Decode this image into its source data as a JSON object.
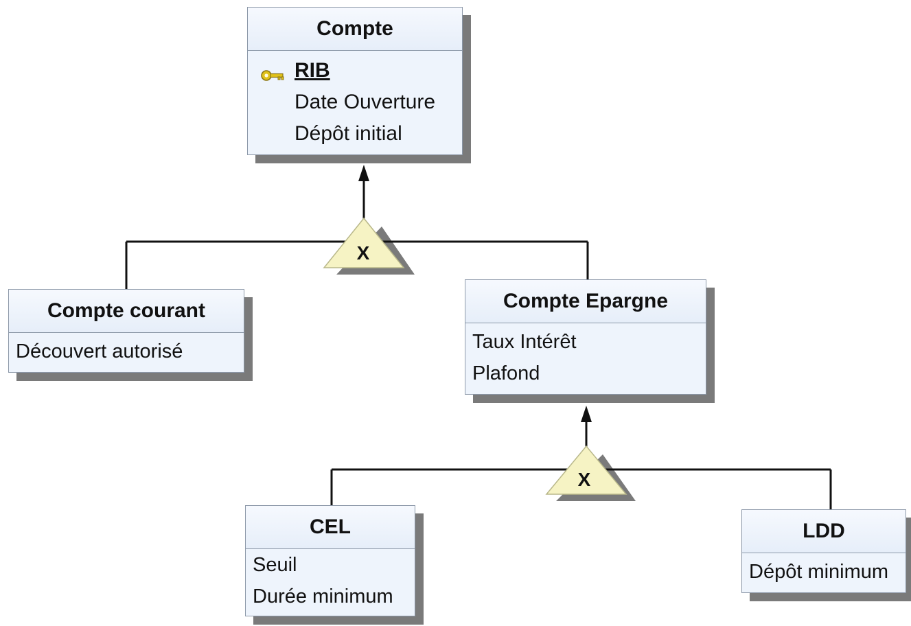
{
  "entities": {
    "compte": {
      "title": "Compte",
      "primary_key": "RIB",
      "attributes": [
        "Date Ouverture",
        "Dépôt initial"
      ]
    },
    "compte_courant": {
      "title": "Compte courant",
      "attributes": [
        "Découvert autorisé"
      ]
    },
    "compte_epargne": {
      "title": "Compte Epargne",
      "attributes": [
        "Taux Intérêt",
        "Plafond"
      ]
    },
    "cel": {
      "title": "CEL",
      "attributes": [
        "Seuil",
        "Durée minimum"
      ]
    },
    "ldd": {
      "title": "LDD",
      "attributes": [
        "Dépôt minimum"
      ]
    }
  },
  "specializations": [
    {
      "constraint_label": "X",
      "parent": "Compte",
      "children": [
        "Compte courant",
        "Compte Epargne"
      ]
    },
    {
      "constraint_label": "X",
      "parent": "Compte Epargne",
      "children": [
        "CEL",
        "LDD"
      ]
    }
  ],
  "colors": {
    "entity_fill": "#eef4fc",
    "entity_border": "#8c98a8",
    "shadow": "#7a7a7a",
    "triangle_fill": "#f6f3c4",
    "line": "#111111",
    "key_icon": "#e0c21a"
  }
}
